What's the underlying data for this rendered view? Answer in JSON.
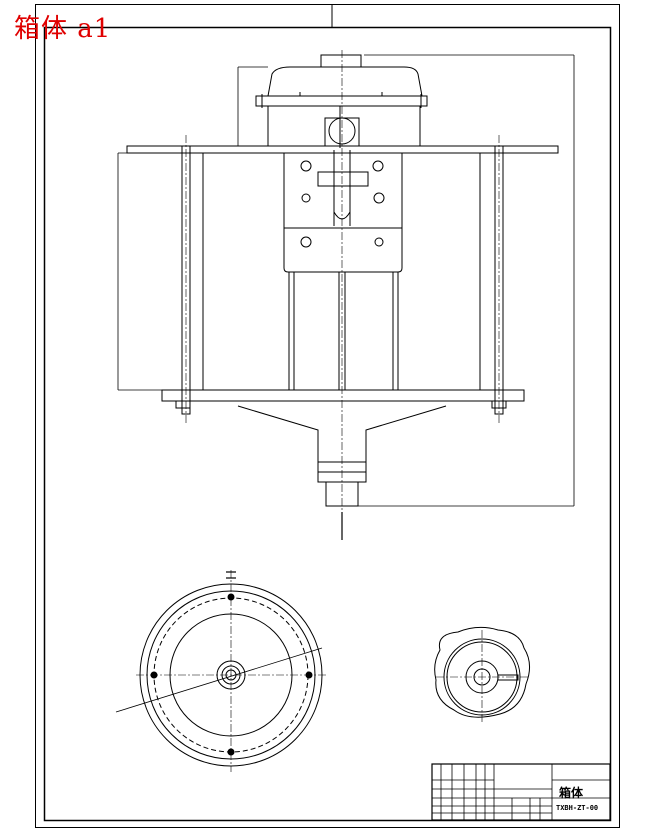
{
  "sheet": {
    "corner_title": "箱体 a1"
  },
  "title_block": {
    "name": "箱体",
    "drawing_code": "TXBH-ZT-00"
  },
  "colors": {
    "line": "#000000",
    "corner_title": "#e00000",
    "paper": "#ffffff"
  }
}
